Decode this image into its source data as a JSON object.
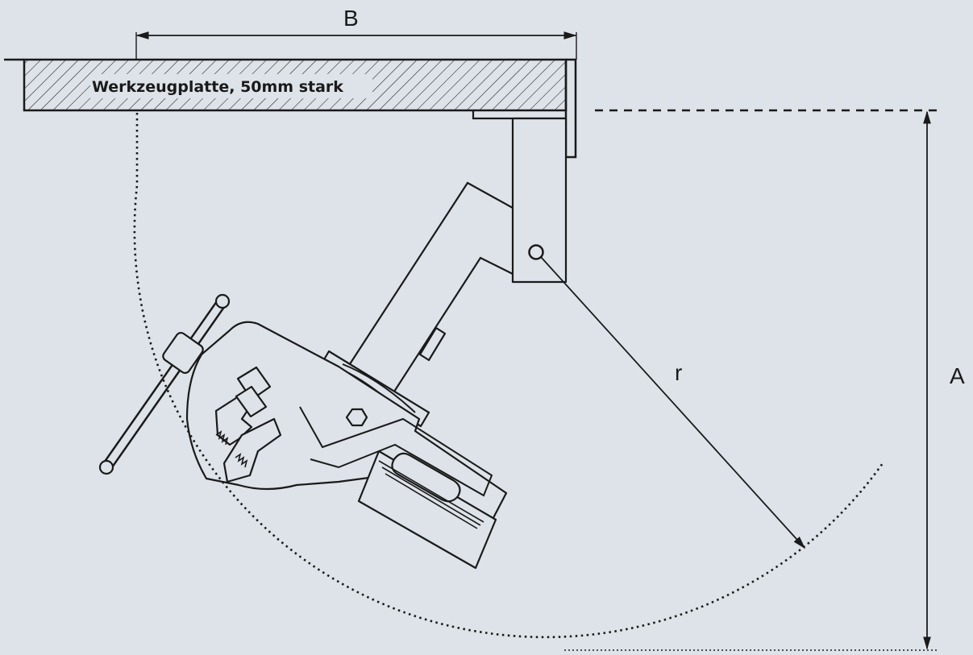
{
  "diagram": {
    "plate_label": "Werkzeugplatte, 50mm stark",
    "dimension_labels": {
      "width": "B",
      "height": "A",
      "radius": "r"
    },
    "colors": {
      "background": "#dde3e8",
      "ink": "#1a1a1a"
    }
  }
}
